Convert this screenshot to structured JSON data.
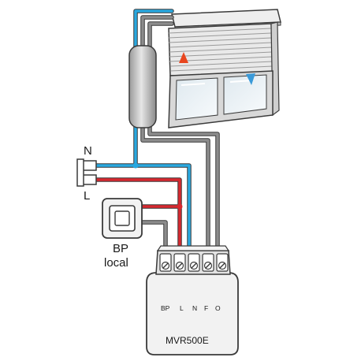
{
  "labels": {
    "neutral": "N",
    "line": "L",
    "pushbutton_line1": "BP",
    "pushbutton_line2": "local",
    "module_name": "MVR500E"
  },
  "terminals": [
    "BP",
    "L",
    "N",
    "F",
    "O"
  ],
  "colors": {
    "neutral_wire": "#29a8e0",
    "line_wire": "#d7282f",
    "control_wire": "#8c8c8c",
    "shutter_up_arrow": "#e8451e",
    "shutter_down_arrow": "#3a9ad9",
    "module_body": "#f2f2f2",
    "outline": "#3a3a3a"
  },
  "icons": [
    "shutter-up-arrow-icon",
    "shutter-down-arrow-icon"
  ]
}
